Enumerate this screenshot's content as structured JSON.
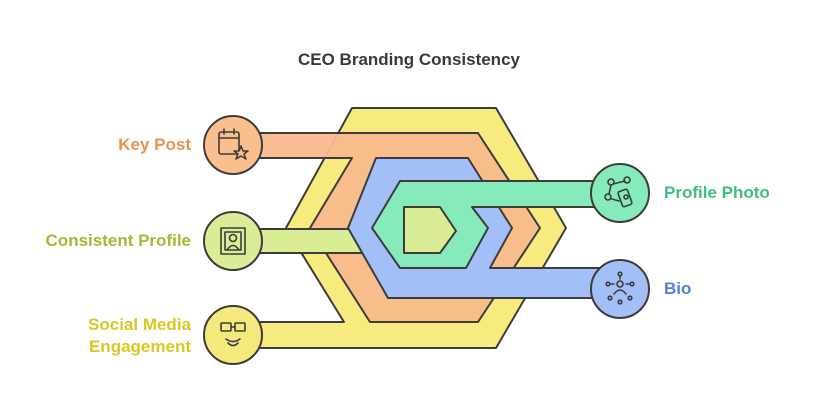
{
  "title": "CEO Branding Consistency",
  "items": {
    "key_post": {
      "label": "Key Post",
      "icon": "calendar-star-icon",
      "color": "#f9c08d"
    },
    "consistent_profile": {
      "label": "Consistent Profile",
      "icon": "portrait-frame-icon",
      "color": "#d9ec96"
    },
    "social_media": {
      "label_line1": "Social Media",
      "label_line2": "Engagement",
      "icon": "disguise-glasses-icon",
      "color": "#f4e97d"
    },
    "profile_photo": {
      "label": "Profile Photo",
      "icon": "camera-network-icon",
      "color": "#86ebbb"
    },
    "bio": {
      "label": "Bio",
      "icon": "people-network-icon",
      "color": "#a3bff7"
    }
  },
  "colors": {
    "outline": "#3c3c3c",
    "key_post_text": "#e8924b",
    "consistent_profile_text": "#9fbb34",
    "social_media_text": "#d9c823",
    "profile_photo_text": "#3fbf7f",
    "bio_text": "#4f7fe0"
  }
}
